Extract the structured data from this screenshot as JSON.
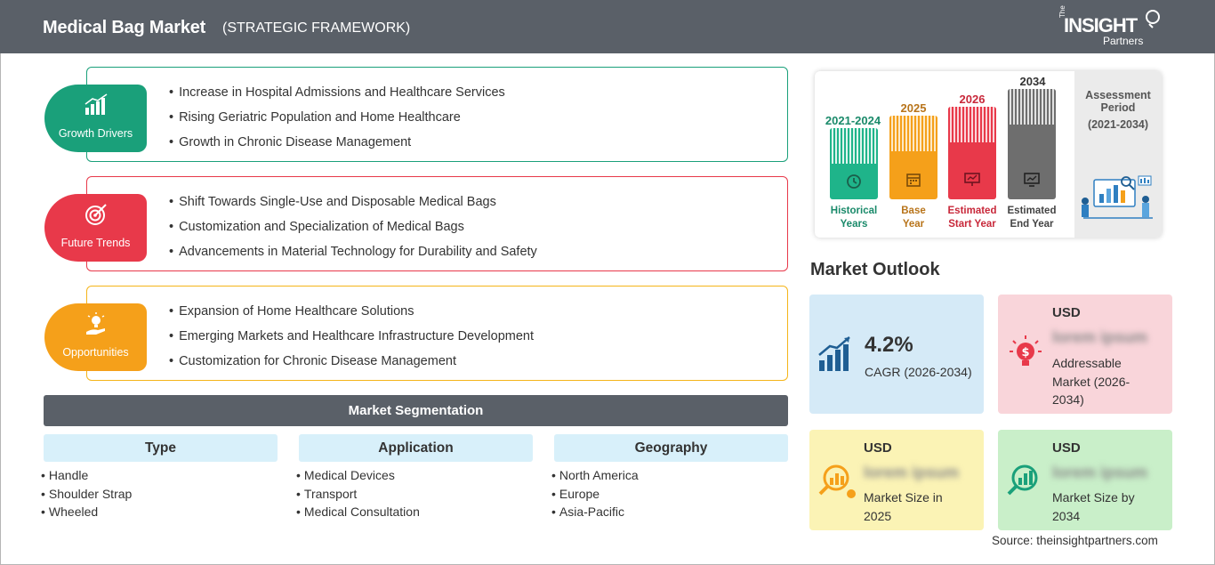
{
  "header": {
    "title": "Medical Bag Market",
    "subtitle": "(STRATEGIC FRAMEWORK)",
    "logo": {
      "prefix": "The",
      "name": "INSIGHT",
      "suffix": "Partners"
    }
  },
  "blocks": [
    {
      "label": "Growth Drivers",
      "color": "#1aa07a",
      "icon": "bar-growth-icon",
      "items": [
        "Increase in Hospital Admissions and Healthcare Services",
        "Rising Geriatric Population and Home Healthcare",
        "Growth in Chronic Disease Management"
      ]
    },
    {
      "label": "Future Trends",
      "color": "#e8394a",
      "icon": "target-icon",
      "items": [
        "Shift Towards Single-Use and Disposable Medical Bags",
        "Customization and Specialization of Medical Bags",
        "Advancements in Material Technology for Durability and Safety"
      ]
    },
    {
      "label": "Opportunities",
      "color": "#f5a01a",
      "icon": "lightbulb-hand-icon",
      "items": [
        "Expansion of Home Healthcare Solutions",
        "Emerging Markets and Healthcare Infrastructure Development",
        "Customization for Chronic Disease Management"
      ]
    }
  ],
  "segmentation": {
    "title": "Market Segmentation",
    "columns": [
      {
        "head": "Type",
        "items": [
          "Handle",
          "Shoulder Strap",
          "Wheeled"
        ]
      },
      {
        "head": "Application",
        "items": [
          "Medical Devices",
          "Transport",
          "Medical Consultation"
        ]
      },
      {
        "head": "Geography",
        "items": [
          "North America",
          "Europe",
          "Asia-Pacific"
        ]
      }
    ]
  },
  "timeline": {
    "bars": [
      {
        "year": "2021-2024",
        "label1": "Historical",
        "label2": "Years",
        "color": "#1fb48a",
        "text_color": "#1a8a6a",
        "icon": "history-icon"
      },
      {
        "year": "2025",
        "label1": "Base",
        "label2": "Year",
        "color": "#f5a01a",
        "text_color": "#b8741a",
        "icon": "calendar-icon"
      },
      {
        "year": "2026",
        "label1": "Estimated",
        "label2": "Start Year",
        "color": "#e8394a",
        "text_color": "#c8283a",
        "icon": "presentation-icon"
      },
      {
        "year": "2034",
        "label1": "Estimated",
        "label2": "End Year",
        "color": "#6e6e6e",
        "text_color": "#444444",
        "icon": "monitor-chart-icon"
      }
    ],
    "assessment": {
      "title": "Assessment Period",
      "range": "(2021-2034)"
    }
  },
  "outlook": {
    "title": "Market Outlook",
    "cagr": {
      "value": "4.2%",
      "label": "CAGR (2026-2034)"
    },
    "addressable": {
      "currency": "USD",
      "value": "lorem ipsum",
      "label": "Addressable Market (2026-2034)"
    },
    "size_2025": {
      "currency": "USD",
      "value": "lorem ipsum",
      "label": "Market Size in 2025"
    },
    "size_2034": {
      "currency": "USD",
      "value": "lorem ipsum",
      "label": "Market Size by 2034"
    }
  },
  "source": "Source: theinsightpartners.com"
}
